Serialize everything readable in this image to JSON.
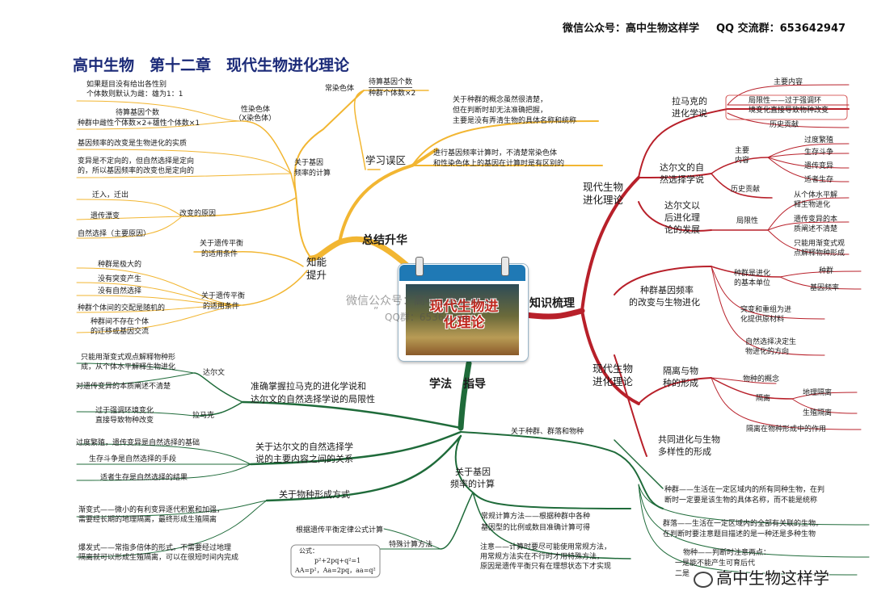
{
  "header": {
    "wechat": "微信公众号：高中生物这样学",
    "qq": "QQ 交流群：653642947",
    "title": "高中生物　第十二章　现代生物进化理论"
  },
  "center": {
    "picture_text": "现代生物进化理论",
    "watermark_line1": "微信公众号：高中生物这样学",
    "watermark_line2": "QQ群：653642947",
    "watermark_quote": "”"
  },
  "branches": {
    "summary": "总结升华",
    "knowledge": "知识梳理",
    "method": "学法　指导"
  },
  "summary": {
    "mistakes": {
      "label": "学习误区",
      "item1_l1": "关于种群的概念虽然很清楚，",
      "item1_l2": "但在判断时却无法准确把握，",
      "item1_l3": "主要是没有弄清生物的具体名称和统称",
      "item2_l1": "进行基因频率计算时，不清楚常染色体",
      "item2_l2": "和性染色体上的基因在计算时是有区别的",
      "autosome": "常染色体",
      "autosome_num": "待算基因个数",
      "autosome_den": "种群个体数×2"
    },
    "ability": {
      "label_l1": "知能",
      "label_l2": "提升",
      "calc_l1": "关于基因",
      "calc_l2": "频率的计算",
      "sexchrom_l1": "性染色体",
      "sexchrom_l2": "（X染色体）",
      "nohint_l1": "如果题目没有给出各性别",
      "nohint_l2": "个体数则默认为雌：雄为1：1",
      "sexnum": "待算基因个数",
      "sexden": "种群中雌性个体数×2+雄性个体数×1",
      "essence": "基因频率的改变是生物进化的实质",
      "mutation_l1": "变异是不定向的，但自然选择是定向",
      "mutation_l2": "的，所以基因频率的改变也是定向的",
      "reasons": "改变的原因",
      "migration": "迁入，迁出",
      "drift": "遗传漂变",
      "selection": "自然选择（主要原因）",
      "hw_apply_l1": "关于遗传平衡",
      "hw_apply_l2": "的适用条件",
      "hw_cond_l1": "关于遗传平衡",
      "hw_cond_l2": "的适用条件",
      "cond1": "种群是极大的",
      "cond2": "没有突变产生",
      "cond3": "没有自然选择",
      "cond4": "种群个体间的交配是随机的",
      "cond5_l1": "种群间不存在个体",
      "cond5_l2": "的迁移或基因交流"
    }
  },
  "knowledge": {
    "modern1_l1": "现代生物",
    "modern1_l2": "进化理论",
    "lamarck_l1": "拉马克的",
    "lamarck_l2": "进化学说",
    "lam_main": "主要内容",
    "lam_limit_l1": "局限性——过于强调环",
    "lam_limit_l2": "境变化直接导致物种改变",
    "lam_history": "历史贡献",
    "darwin_l1": "达尔文的自",
    "darwin_l2": "然选择学说",
    "dw_main_l1": "主要",
    "dw_main_l2": "内容",
    "dw_c1": "过度繁殖",
    "dw_c2": "生存斗争",
    "dw_c3": "遗传变异",
    "dw_c4": "适者生存",
    "dw_history": "历史贡献",
    "dw_after_l1": "达尔文以",
    "dw_after_l2": "后进化理",
    "dw_after_l3": "论的发展",
    "dw_limit": "局限性",
    "dw_l1_l1": "从个体水平解",
    "dw_l1_l2": "释生物进化",
    "dw_l2_l1": "遗传变异的本",
    "dw_l2_l2": "质阐述不清楚",
    "dw_l3_l1": "只能用渐变式观",
    "dw_l3_l2": "点解释物种形成",
    "modern2_l1": "现代生物",
    "modern2_l2": "进化理论",
    "freq_l1": "种群基因频率",
    "freq_l2": "的改变与生物进化",
    "unit_l1": "种群是进化",
    "unit_l2": "的基本单位",
    "unit_a": "种群",
    "unit_b": "基因频率",
    "mut_l1": "突变和重组为进",
    "mut_l2": "化提供原材料",
    "ns_l1": "自然选择决定生",
    "ns_l2": "物进化的方向",
    "iso_l1": "隔离与物",
    "iso_l2": "种的形成",
    "species_concept": "物种的概念",
    "isolation": "隔离",
    "geo": "地理隔离",
    "repro": "生殖隔离",
    "iso_role": "隔离在物种形成中的作用",
    "coevo_l1": "共同进化与生物",
    "coevo_l2": "多样性的形成"
  },
  "method": {
    "darwin_lamarck_l1": "准确掌握拉马克的进化学说和",
    "darwin_lamarck_l2": "达尔文的自然选择学说的局限性",
    "darwin": "达尔文",
    "dw_note1_l1": "只能用渐变式观点解释物种形",
    "dw_note1_l2": "成，从个体水平解释生物进化",
    "dw_note2": "对遗传变异的本质阐述不清楚",
    "lamarck": "拉马克",
    "lam_note_l1": "过于强调环境变化",
    "lam_note_l2": "直接导致物种改变",
    "relation_l1": "关于达尔文的自然选择学",
    "relation_l2": "说的主要内容之间的关系",
    "rel1": "过度繁殖，遗传变异是自然选择的基础",
    "rel2": "生存斗争是自然选择的手段",
    "rel3": "适者生存是自然选择的结果",
    "speciation": "关于物种形成方式",
    "gradual_l1": "渐变式——微小的有利变异逐代积累和加强，",
    "gradual_l2": "需要经长期的地理隔离，最终形成生殖隔离",
    "burst_l1": "爆发式——常指多倍体的形式。不需要经过地理",
    "burst_l2": "隔离就可以形成生殖隔离，可以在很短时间内完成",
    "calc_l1": "关于基因",
    "calc_l2": "频率的计算",
    "hw_formula_title": "根据遗传平衡定律公式计算",
    "special": "特殊计算方法",
    "formula_l0": "公式：",
    "formula_l1": "p²+2pq+q²=1",
    "formula_l2": "AA=p²，Aa=2pq，aa=q²",
    "regular_l1": "常规计算方法——根据种群中各种",
    "regular_l2": "基因型的比例或数目准确计算可得",
    "note_l1": "注意——计算时要尽可能使用常规方法，",
    "note_l2": "用常规方法实在不行时才用特殊方法，",
    "note_l3": "原因是遗传平衡只有在理想状态下才实现",
    "pop_comm": "关于种群、群落和物种",
    "pop_l1": "种群——生活在一定区域内的所有同种生物，在判",
    "pop_l2": "断时一定要是该生物的具体名称，而不能是统称",
    "comm_l1": "群落——生活在一定区域内的全部有关联的生物。",
    "comm_l2": "在判断时要注意题目描述的是一种还是多种生物",
    "spec_l1": "物种——判断时注意两点：",
    "spec_l2": "一是能不能产生可育后代",
    "spec_l3": "二是"
  },
  "footer_watermark": "高中生物这样学",
  "colors": {
    "summary": "#f2b632",
    "knowledge": "#b8202a",
    "method": "#1f6b3a",
    "title": "#1b2a78"
  }
}
